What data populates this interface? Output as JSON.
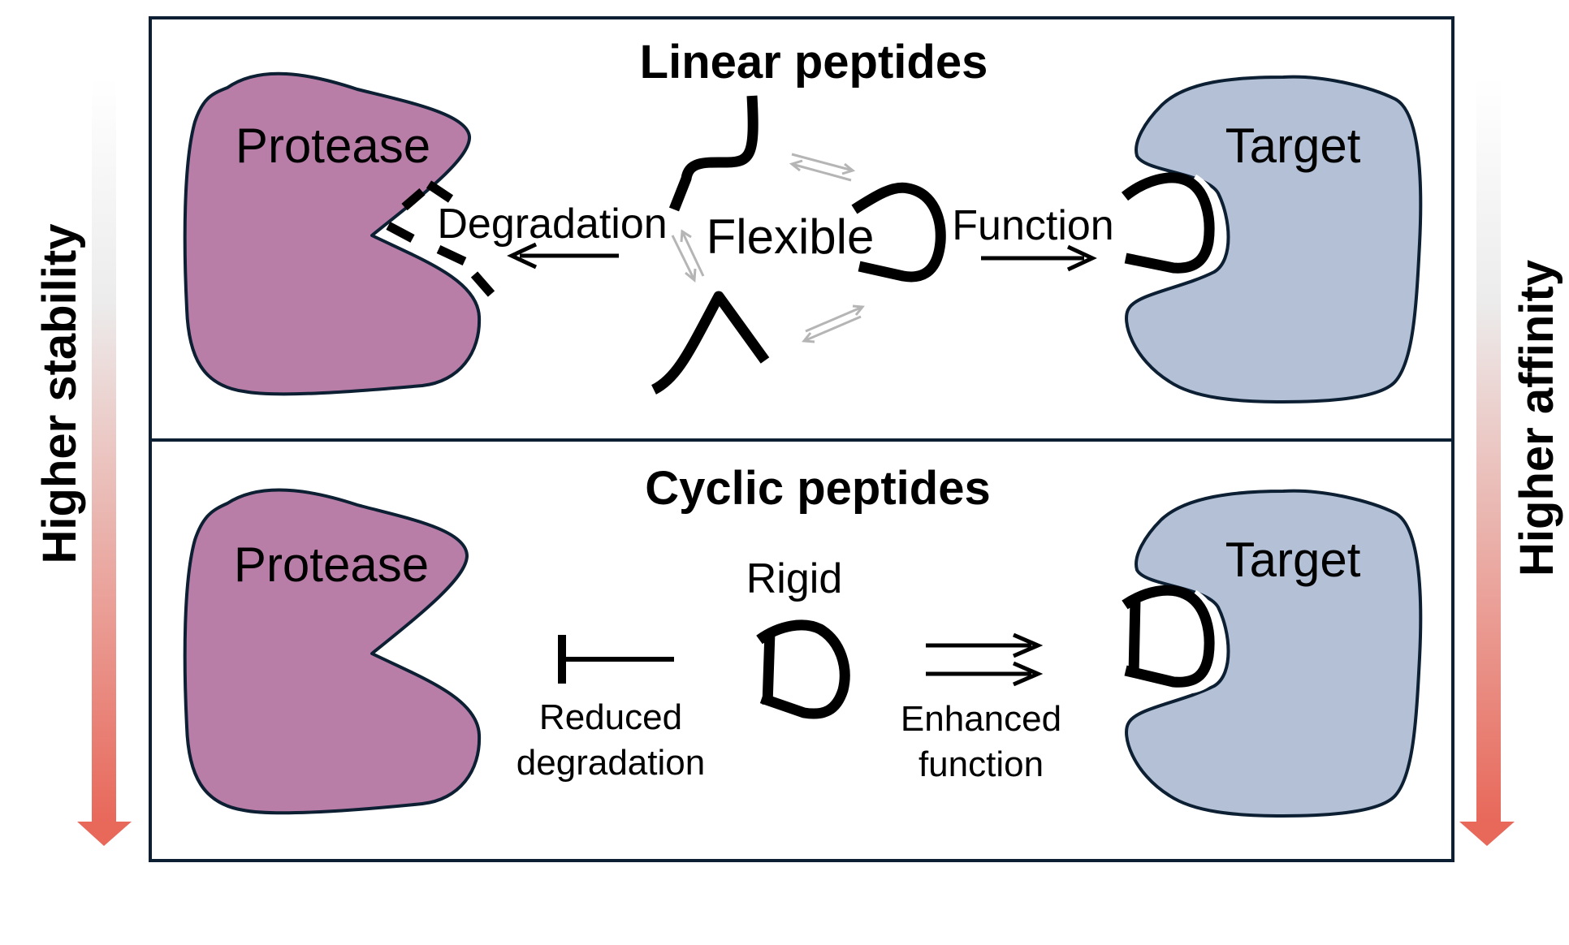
{
  "top_panel": {
    "title": "Linear peptides",
    "protease_label": "Protease",
    "target_label": "Target",
    "degradation_label": "Degradation",
    "flexible_label": "Flexible",
    "function_label": "Function"
  },
  "bottom_panel": {
    "title": "Cyclic peptides",
    "protease_label": "Protease",
    "target_label": "Target",
    "rigid_label": "Rigid",
    "reduced_line1": "Reduced",
    "reduced_line2": "degradation",
    "enhanced_line1": "Enhanced",
    "enhanced_line2": "function"
  },
  "left_axis": {
    "label": "Higher stability"
  },
  "right_axis": {
    "label": "Higher affinity"
  },
  "colors": {
    "protease": "#b97ea8",
    "target": "#b3c0d6",
    "outline": "#0c1f33",
    "gradient_arrow": "#e8685a",
    "equilibrium_arrows": "#b5b5b5"
  }
}
